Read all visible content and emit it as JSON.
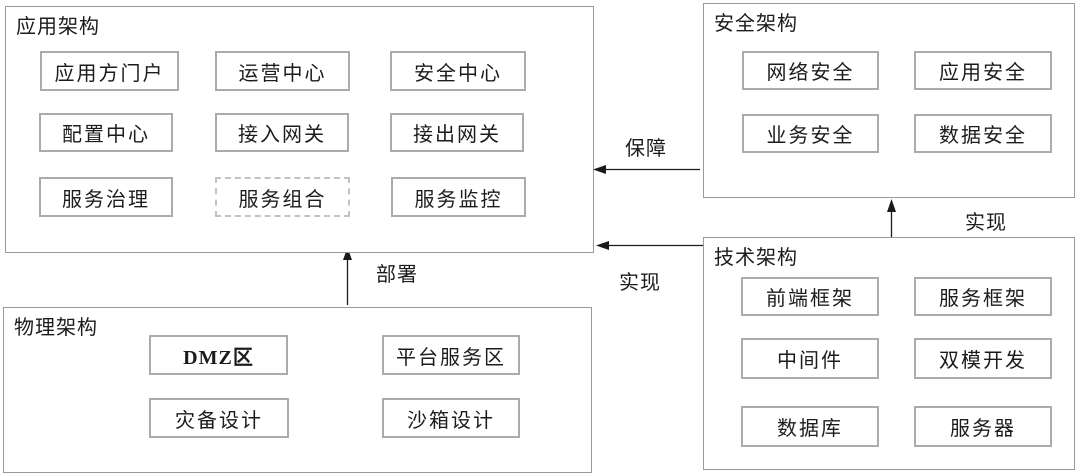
{
  "colors": {
    "background": "#ffffff",
    "panel_border": "#9a9a9a",
    "node_border": "#ababab",
    "dashed_node_border": "#c2c2c2",
    "arrow": "#1a1a1a",
    "text": "#1c1c1c"
  },
  "panels": {
    "app": {
      "title": "应用架构",
      "items": [
        {
          "label": "应用方门户"
        },
        {
          "label": "运营中心"
        },
        {
          "label": "安全中心"
        },
        {
          "label": "配置中心"
        },
        {
          "label": "接入网关"
        },
        {
          "label": "接出网关"
        },
        {
          "label": "服务治理"
        },
        {
          "label": "服务组合",
          "border_style": "dashed"
        },
        {
          "label": "服务监控"
        }
      ]
    },
    "security": {
      "title": "安全架构",
      "items": [
        {
          "label": "网络安全"
        },
        {
          "label": "应用安全"
        },
        {
          "label": "业务安全"
        },
        {
          "label": "数据安全"
        }
      ]
    },
    "tech": {
      "title": "技术架构",
      "items": [
        {
          "label": "前端框架"
        },
        {
          "label": "服务框架"
        },
        {
          "label": "中间件"
        },
        {
          "label": "双模开发"
        },
        {
          "label": "数据库"
        },
        {
          "label": "服务器"
        }
      ]
    },
    "physical": {
      "title": "物理架构",
      "items": [
        {
          "label": "DMZ区",
          "emphasis": true
        },
        {
          "label": "平台服务区"
        },
        {
          "label": "灾备设计"
        },
        {
          "label": "沙箱设计"
        }
      ]
    }
  },
  "arrows": {
    "guarantee": {
      "label": "保障",
      "from": "安全架构",
      "to": "应用架构",
      "direction": "left",
      "style": "solid"
    },
    "realize_app": {
      "label": "实现",
      "from": "技术架构",
      "to": "应用架构",
      "direction": "left",
      "style": "solid"
    },
    "realize_security": {
      "label": "实现",
      "from": "技术架构",
      "to": "安全架构",
      "direction": "up",
      "style": "solid"
    },
    "deploy": {
      "label": "部署",
      "from": "物理架构",
      "to": "应用架构",
      "direction": "up",
      "style": "solid"
    }
  }
}
